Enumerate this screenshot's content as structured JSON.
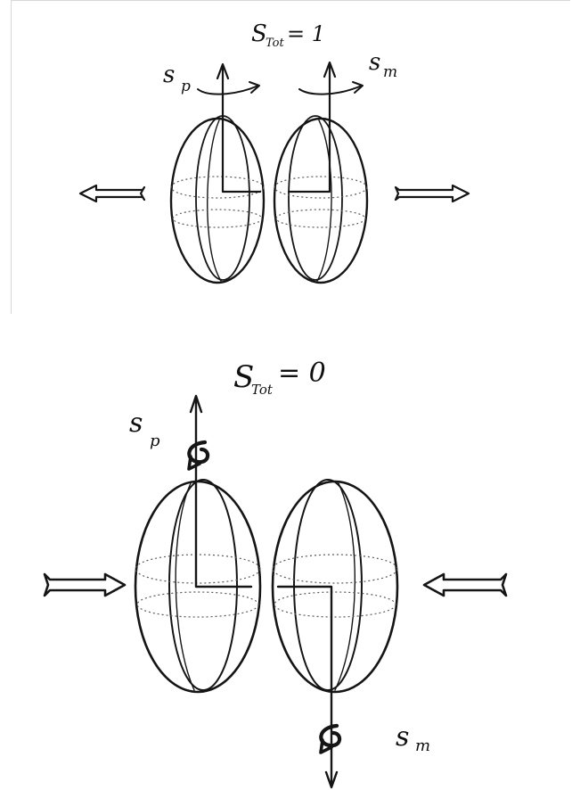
{
  "top_panel": {
    "total_spin": {
      "symbol": "S",
      "subscript": "Tot",
      "relation": "= 1"
    },
    "proton_spin_label": {
      "symbol": "s",
      "subscript": "p"
    },
    "muon_spin_label": {
      "symbol": "s",
      "subscript": "m"
    },
    "arrows_direction": "outward"
  },
  "bottom_panel": {
    "total_spin": {
      "symbol": "S",
      "subscript": "Tot",
      "relation": "= 0"
    },
    "proton_spin_label": {
      "symbol": "s",
      "subscript": "p"
    },
    "muon_spin_label": {
      "symbol": "s",
      "subscript": "m"
    },
    "arrows_direction": "inward"
  },
  "colors": {
    "ink": "#151515",
    "faint": "#5a5a5a",
    "frame": "#d8d8d8"
  }
}
